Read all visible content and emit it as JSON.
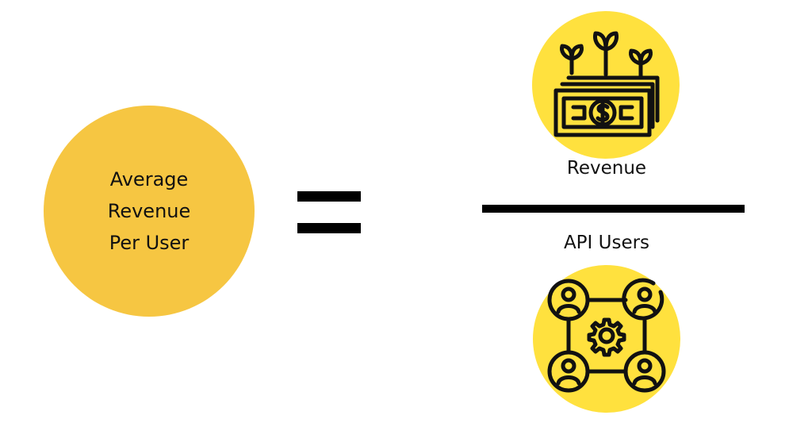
{
  "formula": {
    "left_label": "Average\nRevenue\nPer User",
    "numerator_label": "Revenue",
    "denominator_label": "API Users"
  },
  "colors": {
    "left_circle": "#f6c642",
    "icon_circles": "#ffe13e",
    "lines": "#000000"
  },
  "icons": {
    "numerator": "money-growth-icon",
    "denominator": "users-network-icon"
  }
}
